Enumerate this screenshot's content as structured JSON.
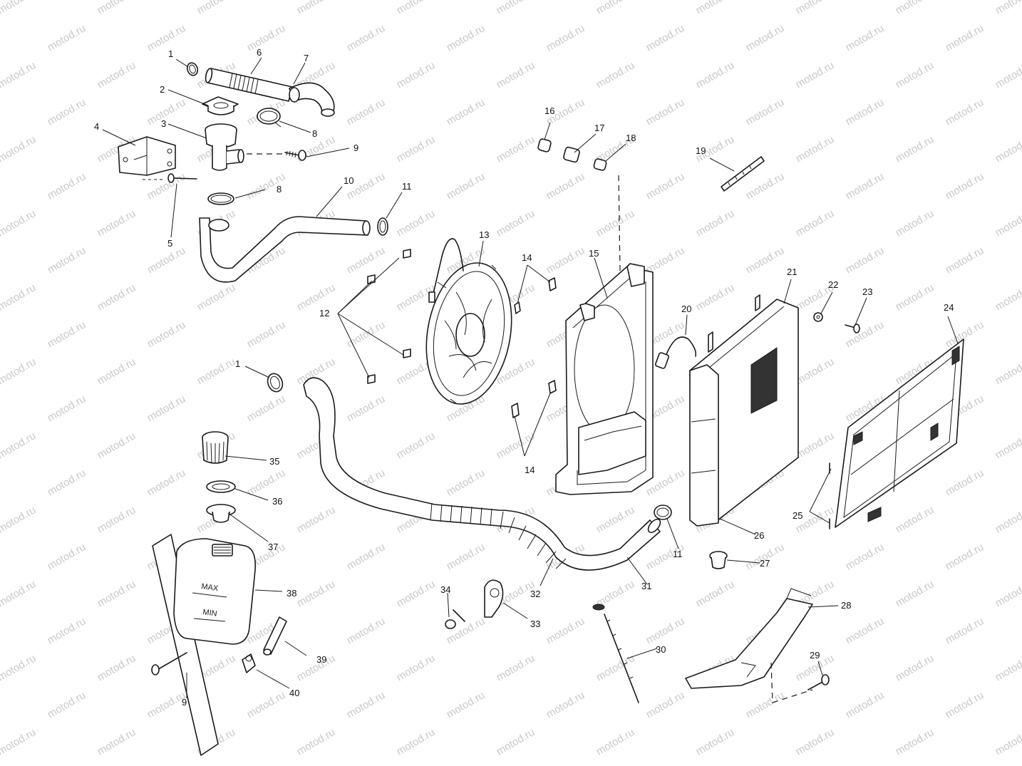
{
  "diagram": {
    "watermark": "motod.ru",
    "tank_labels": {
      "max": "MAX",
      "min": "MIN"
    },
    "callouts": [
      {
        "id": "c1a",
        "text": "1"
      },
      {
        "id": "c2",
        "text": "2"
      },
      {
        "id": "c3",
        "text": "3"
      },
      {
        "id": "c4",
        "text": "4"
      },
      {
        "id": "c5",
        "text": "5"
      },
      {
        "id": "c6",
        "text": "6"
      },
      {
        "id": "c7",
        "text": "7"
      },
      {
        "id": "c8a",
        "text": "8"
      },
      {
        "id": "c8b",
        "text": "8"
      },
      {
        "id": "c9a",
        "text": "9"
      },
      {
        "id": "c10",
        "text": "10"
      },
      {
        "id": "c11a",
        "text": "11"
      },
      {
        "id": "c12",
        "text": "12"
      },
      {
        "id": "c13",
        "text": "13"
      },
      {
        "id": "c14a",
        "text": "14"
      },
      {
        "id": "c14b",
        "text": "14"
      },
      {
        "id": "c15",
        "text": "15"
      },
      {
        "id": "c16",
        "text": "16"
      },
      {
        "id": "c17",
        "text": "17"
      },
      {
        "id": "c18",
        "text": "18"
      },
      {
        "id": "c19",
        "text": "19"
      },
      {
        "id": "c20",
        "text": "20"
      },
      {
        "id": "c21",
        "text": "21"
      },
      {
        "id": "c22",
        "text": "22"
      },
      {
        "id": "c23",
        "text": "23"
      },
      {
        "id": "c24",
        "text": "24"
      },
      {
        "id": "c25",
        "text": "25"
      },
      {
        "id": "c26",
        "text": "26"
      },
      {
        "id": "c27",
        "text": "27"
      },
      {
        "id": "c28",
        "text": "28"
      },
      {
        "id": "c29",
        "text": "29"
      },
      {
        "id": "c30",
        "text": "30"
      },
      {
        "id": "c31",
        "text": "31"
      },
      {
        "id": "c32",
        "text": "32"
      },
      {
        "id": "c33",
        "text": "33"
      },
      {
        "id": "c34",
        "text": "34"
      },
      {
        "id": "c35",
        "text": "35"
      },
      {
        "id": "c36",
        "text": "36"
      },
      {
        "id": "c37",
        "text": "37"
      },
      {
        "id": "c38",
        "text": "38"
      },
      {
        "id": "c39",
        "text": "39"
      },
      {
        "id": "c40",
        "text": "40"
      },
      {
        "id": "c1b",
        "text": "1"
      },
      {
        "id": "c9b",
        "text": "9"
      },
      {
        "id": "c11b",
        "text": "11"
      }
    ]
  }
}
